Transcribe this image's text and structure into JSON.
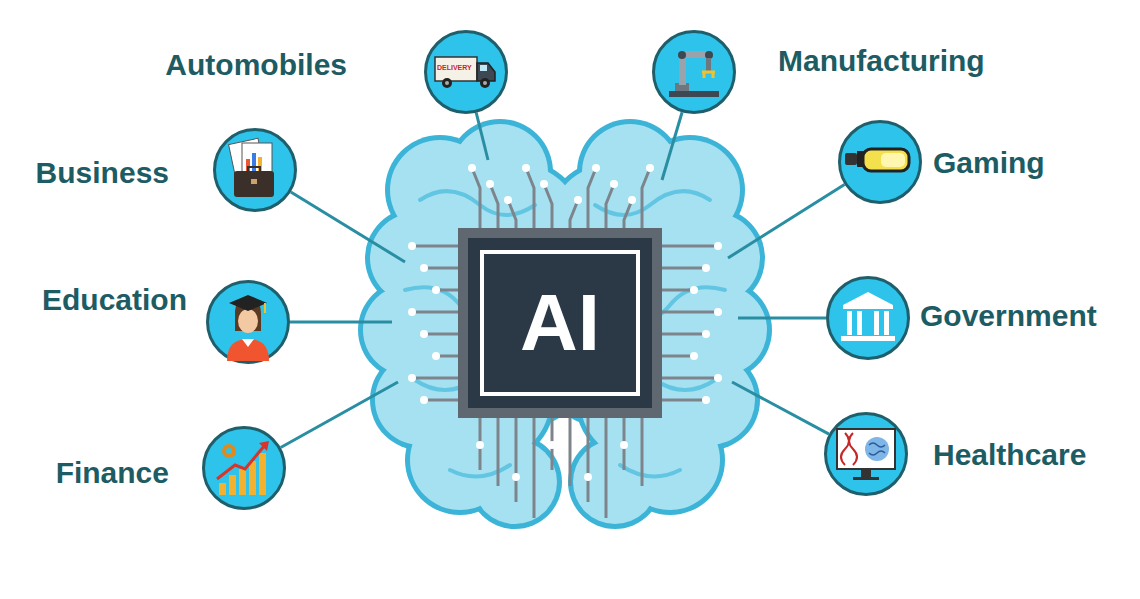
{
  "diagram": {
    "nodes": [
      {
        "text": [
          "Automobiles",
          "DELIVERY"
        ]
      },
      {
        "text": [
          "Manufacturing"
        ]
      },
      {
        "text": [
          "Business"
        ]
      },
      {
        "text": [
          "Gaming"
        ]
      },
      {
        "text": [
          "Education"
        ]
      },
      {
        "text": [
          "Government"
        ]
      },
      {
        "text": [
          "Finance"
        ]
      },
      {
        "text": [
          "Healthcare"
        ]
      },
      {
        "text": [
          "AI"
        ]
      }
    ],
    "edges": [
      {
        "from": 0,
        "to": 8,
        "arrow": "none"
      },
      {
        "from": 1,
        "to": 8,
        "arrow": "none"
      },
      {
        "from": 2,
        "to": 8,
        "arrow": "none"
      },
      {
        "from": 3,
        "to": 8,
        "arrow": "none"
      },
      {
        "from": 4,
        "to": 8,
        "arrow": "none"
      },
      {
        "from": 5,
        "to": 8,
        "arrow": "none"
      },
      {
        "from": 6,
        "to": 8,
        "arrow": "none"
      },
      {
        "from": 7,
        "to": 8,
        "arrow": "none"
      }
    ]
  }
}
